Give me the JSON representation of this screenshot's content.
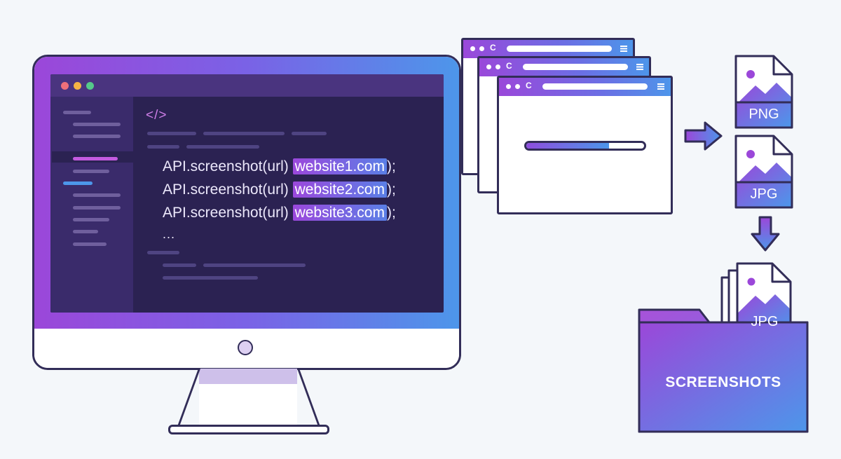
{
  "editor": {
    "tag_glyph": "</>",
    "code_lines": [
      {
        "prefix": "API.screenshot(url) ",
        "url": "website1.com",
        "suffix": ");"
      },
      {
        "prefix": "API.screenshot(url) ",
        "url": "website2.com",
        "suffix": ");"
      },
      {
        "prefix": "API.screenshot(url) ",
        "url": "website3.com",
        "suffix": ");"
      }
    ],
    "ellipsis": "...",
    "window_dots": [
      "#f0707a",
      "#f5b345",
      "#55c98a"
    ]
  },
  "browser": {
    "reload_glyph": "C",
    "progress": 0.7
  },
  "files": {
    "png_label": "PNG",
    "jpg_label": "JPG",
    "stack_label": "JPG"
  },
  "folder": {
    "label": "SCREENSHOTS"
  },
  "colors": {
    "outline": "#322d58",
    "purple": "#9b47d9",
    "blue": "#4d96ea",
    "editor_bg": "#2b2252"
  },
  "icons": [
    "code-tag-icon",
    "reload-icon",
    "hamburger-menu-icon",
    "image-icon",
    "arrow-right-icon",
    "arrow-down-icon",
    "folder-icon"
  ]
}
